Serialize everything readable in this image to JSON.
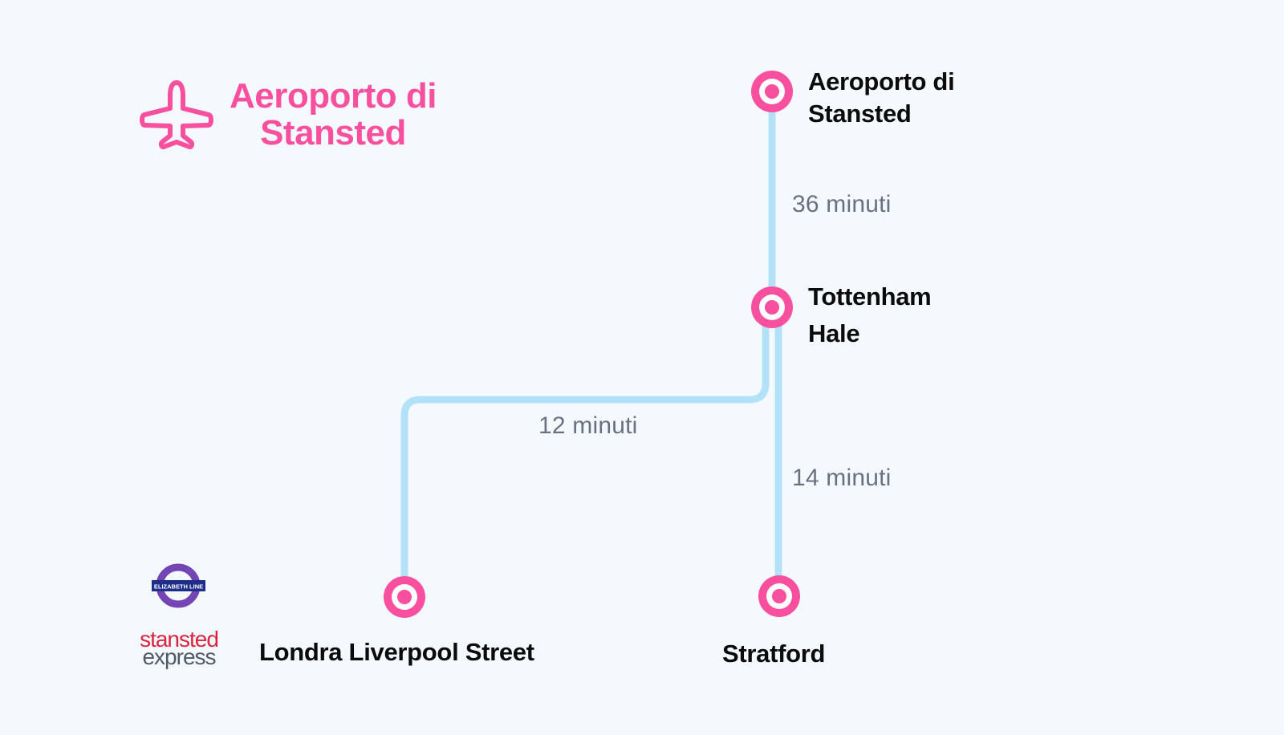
{
  "header": {
    "icon": "airplane-icon",
    "title_line1": "Aeroporto di",
    "title_line2": "Stansted"
  },
  "colors": {
    "accent": "#f94f9f",
    "route_line": "#b3e2f8",
    "background": "#f4f9fd",
    "elizabeth_line": "#7446b5",
    "elizabeth_bar": "#1e2c8a",
    "stansted_express_red": "#dc2440",
    "stansted_express_grey": "#4f5a66"
  },
  "stations": {
    "stansted_line1": "Aeroporto di",
    "stansted_line2": "Stansted",
    "tottenham_line1": "Tottenham",
    "tottenham_line2": "Hale",
    "liverpool": "Londra Liverpool Street",
    "stratford": "Stratford"
  },
  "durations": {
    "stansted_tottenham": "36 minuti",
    "tottenham_liverpool": "12 minuti",
    "tottenham_stratford": "14 minuti"
  },
  "logos": {
    "elizabeth_line_text": "ELIZABETH LINE",
    "stansted_express_word1": "stansted",
    "stansted_express_word2": "express"
  }
}
